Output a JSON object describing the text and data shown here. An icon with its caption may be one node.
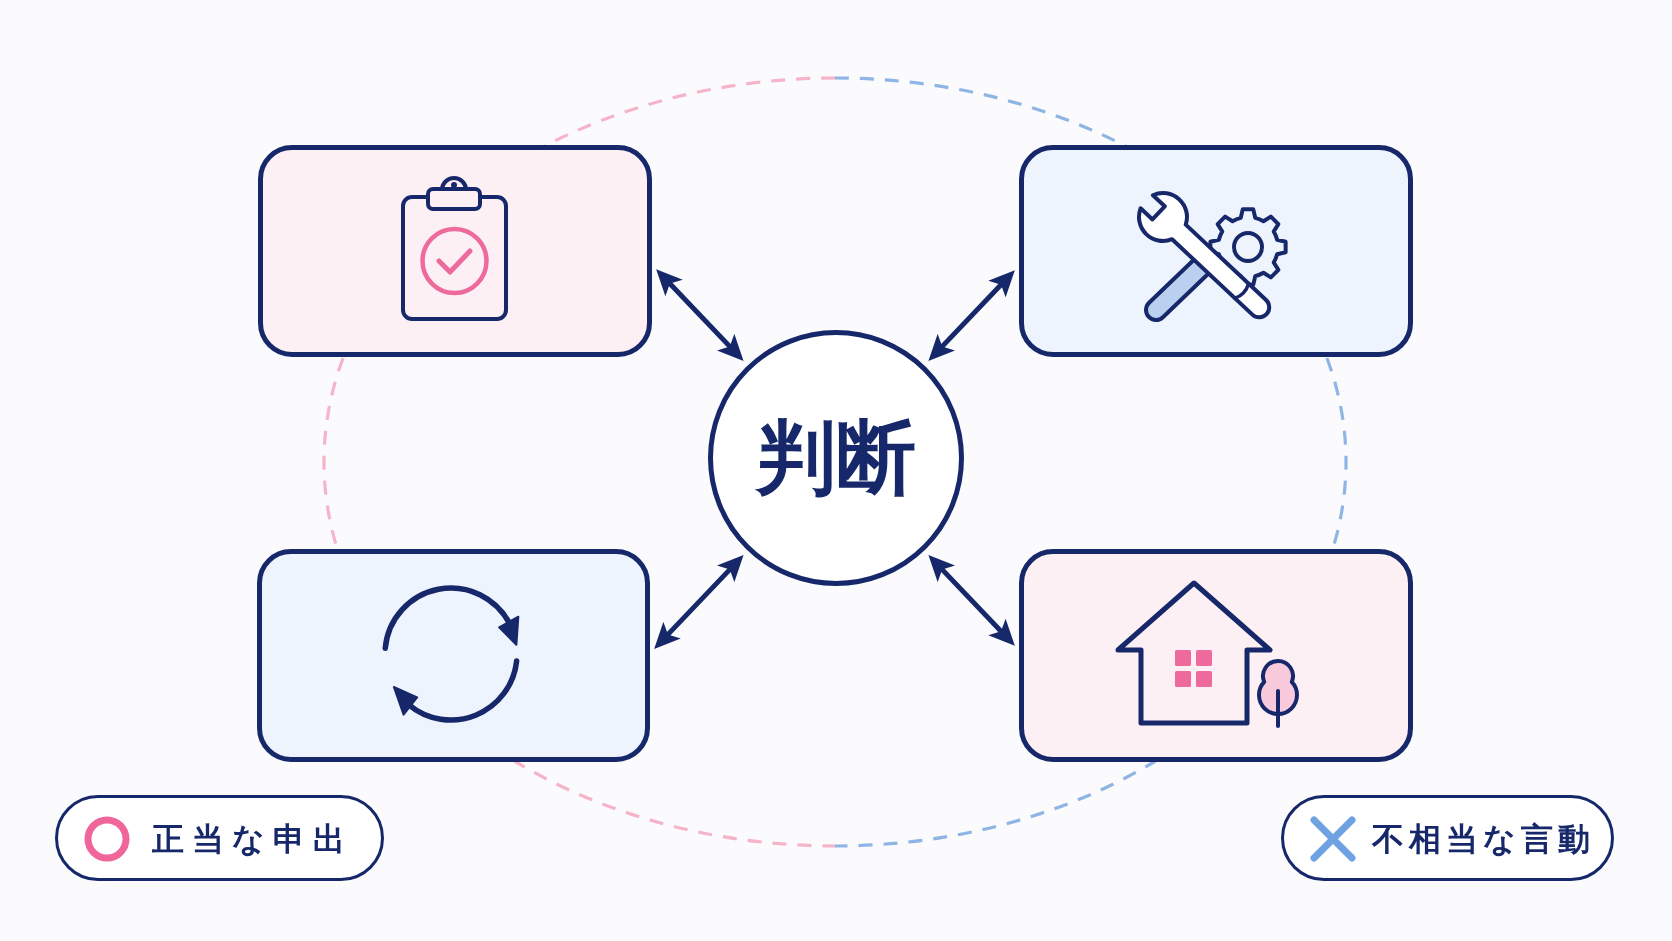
{
  "diagram": {
    "nodes": [
      {
        "text": [],
        "shape": "box"
      },
      {
        "text": [],
        "shape": "box"
      },
      {
        "text": [
          "判断"
        ]
      },
      {
        "text": [],
        "shape": "box"
      },
      {
        "text": [],
        "shape": "box"
      }
    ],
    "edges": [
      {
        "from": 2,
        "to": 0,
        "arrow": "both"
      },
      {
        "from": 2,
        "to": 1,
        "arrow": "both"
      },
      {
        "from": 2,
        "to": 3,
        "arrow": "both"
      },
      {
        "from": 2,
        "to": 4,
        "arrow": "both"
      }
    ],
    "legend": [
      {
        "text": "正当な申出",
        "color": "#f0669a"
      },
      {
        "text": "不相当な言動",
        "color": "#6ea2e2"
      }
    ]
  }
}
